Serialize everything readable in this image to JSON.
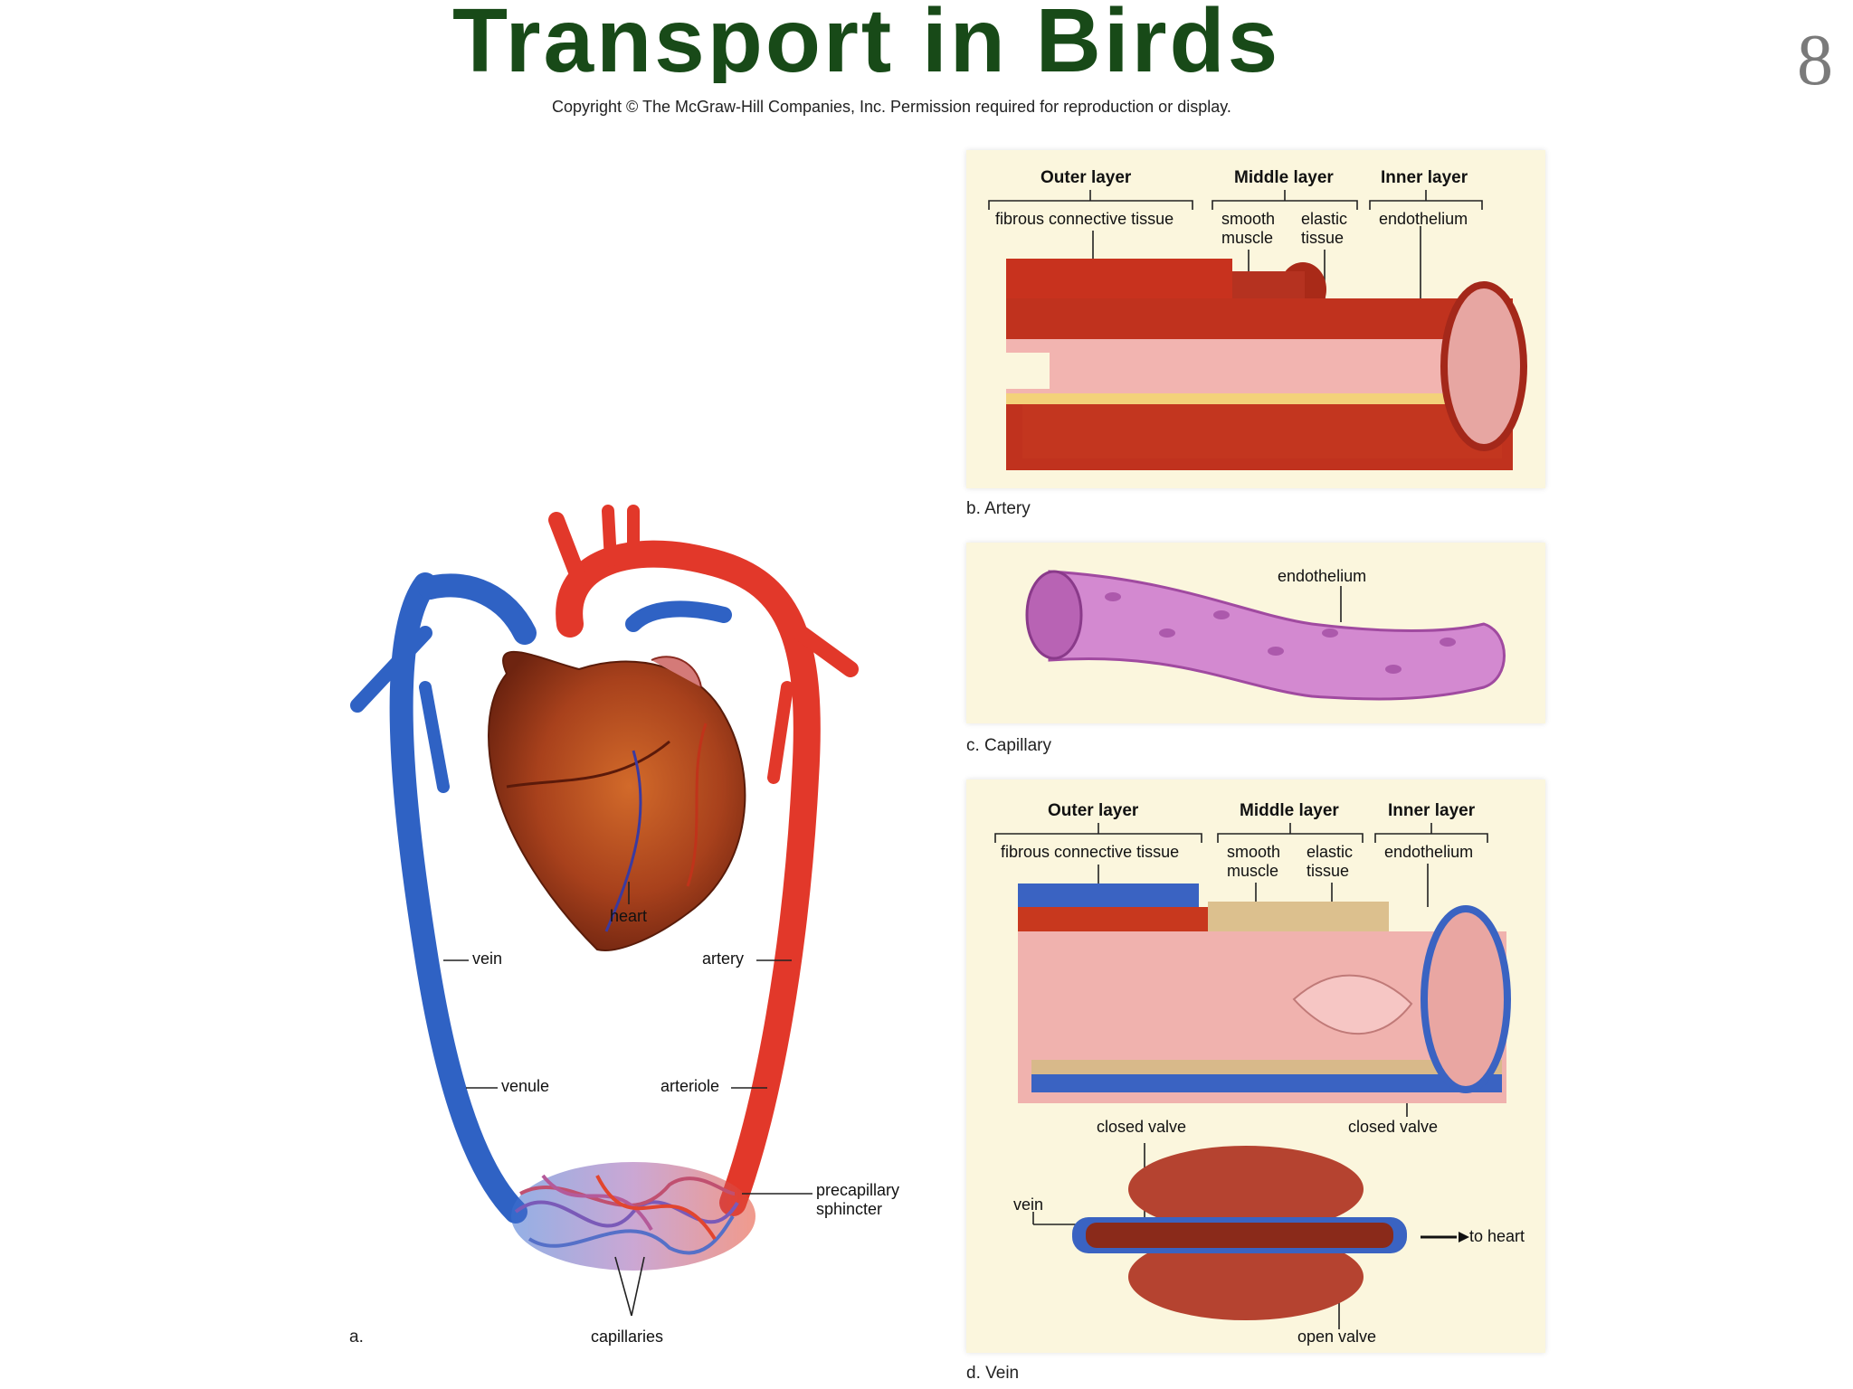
{
  "slide": {
    "title": "Transport in Birds and Mammals",
    "page_number": "8",
    "copyright": "Copyright © The McGraw-Hill Companies, Inc. Permission required for reproduction or display."
  },
  "panel_a": {
    "caption": "a.",
    "labels": {
      "heart": "heart",
      "vein": "vein",
      "artery": "artery",
      "venule": "venule",
      "arteriole": "arteriole",
      "precapillary_sphincter": "precapillary sphincter",
      "capillaries": "capillaries"
    }
  },
  "panel_b": {
    "caption": "b. Artery",
    "outer_layer": "Outer layer",
    "middle_layer": "Middle layer",
    "inner_layer": "Inner layer",
    "fibrous": "fibrous connective tissue",
    "smooth_muscle": "smooth muscle",
    "elastic_tissue": "elastic tissue",
    "endothelium": "endothelium"
  },
  "panel_c": {
    "caption": "c. Capillary",
    "endothelium": "endothelium"
  },
  "panel_d": {
    "caption": "d. Vein",
    "outer_layer": "Outer layer",
    "middle_layer": "Middle layer",
    "inner_layer": "Inner layer",
    "fibrous": "fibrous connective tissue",
    "smooth_muscle": "smooth muscle",
    "elastic_tissue": "elastic tissue",
    "endothelium": "endothelium",
    "closed_valve_left": "closed valve",
    "closed_valve_right": "closed valve",
    "vein": "vein",
    "to_heart": "to heart",
    "open_valve": "open valve"
  },
  "colors": {
    "title": "#184a18",
    "artery_red": "#e2382a",
    "vein_blue": "#2f62c4",
    "panel_bg": "#fbf6dd",
    "capillary_purple": "#c777c4"
  }
}
